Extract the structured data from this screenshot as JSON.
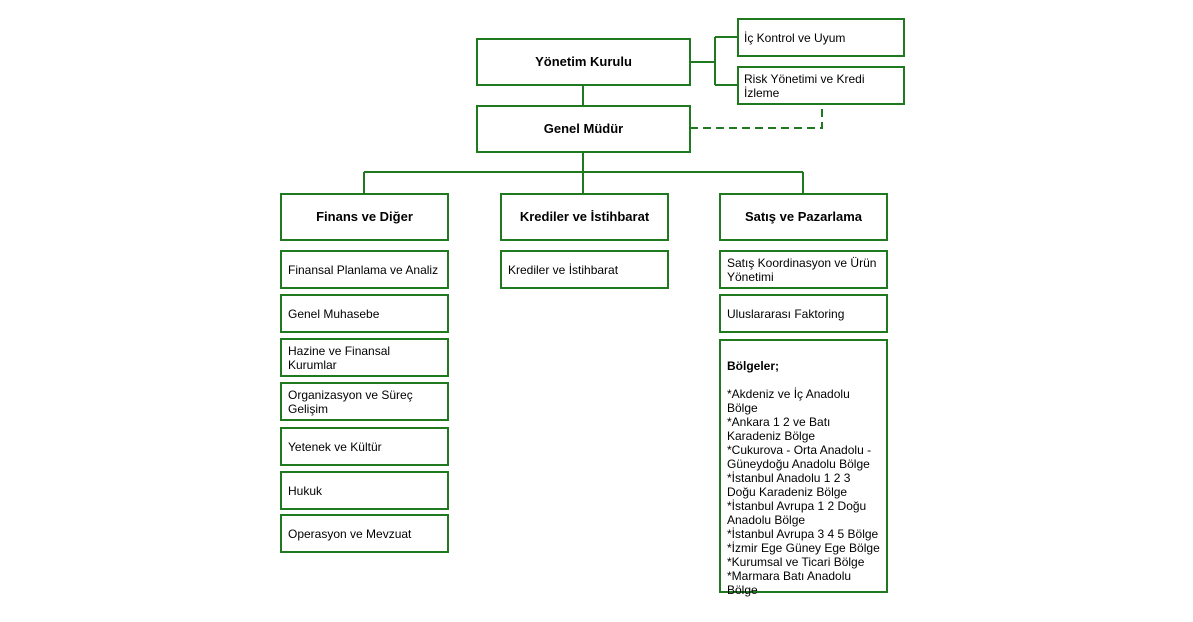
{
  "colors": {
    "border": "#1f7a1f",
    "line": "#1f7a1f"
  },
  "top": {
    "board": "Yönetim Kurulu",
    "general_manager": "Genel Müdür",
    "internal_control": "İç Kontrol ve Uyum",
    "risk_management": "Risk Yönetimi  ve Kredi İzleme"
  },
  "divisions": {
    "finance": {
      "title": "Finans ve Diğer",
      "units": [
        "Finansal Planlama ve Analiz",
        "Genel Muhasebe",
        "Hazine ve Finansal Kurumlar",
        "Organizasyon ve Süreç Gelişim",
        "Yetenek ve Kültür",
        "Hukuk",
        "Operasyon ve Mevzuat"
      ]
    },
    "credit": {
      "title": "Krediler ve İstihbarat",
      "units": [
        "Krediler ve İstihbarat"
      ]
    },
    "sales": {
      "title": "Satış ve Pazarlama",
      "units": [
        "Satış Koordinasyon ve Ürün Yönetimi",
        "Uluslararası Faktoring"
      ],
      "regions_title": "Bölgeler;",
      "regions": [
        "*Akdeniz ve İç Anadolu Bölge",
        "*Ankara 1 2 ve Batı Karadeniz Bölge",
        "*Cukurova - Orta Anadolu - Güneydoğu Anadolu Bölge",
        "*İstanbul Anadolu 1 2 3  Doğu Karadeniz Bölge",
        "*İstanbul Avrupa 1 2 Doğu Anadolu Bölge",
        "*İstanbul Avrupa 3 4 5 Bölge",
        "*İzmir Ege Güney Ege Bölge",
        "*Kurumsal ve Ticari Bölge",
        "*Marmara Batı Anadolu Bölge"
      ]
    }
  }
}
